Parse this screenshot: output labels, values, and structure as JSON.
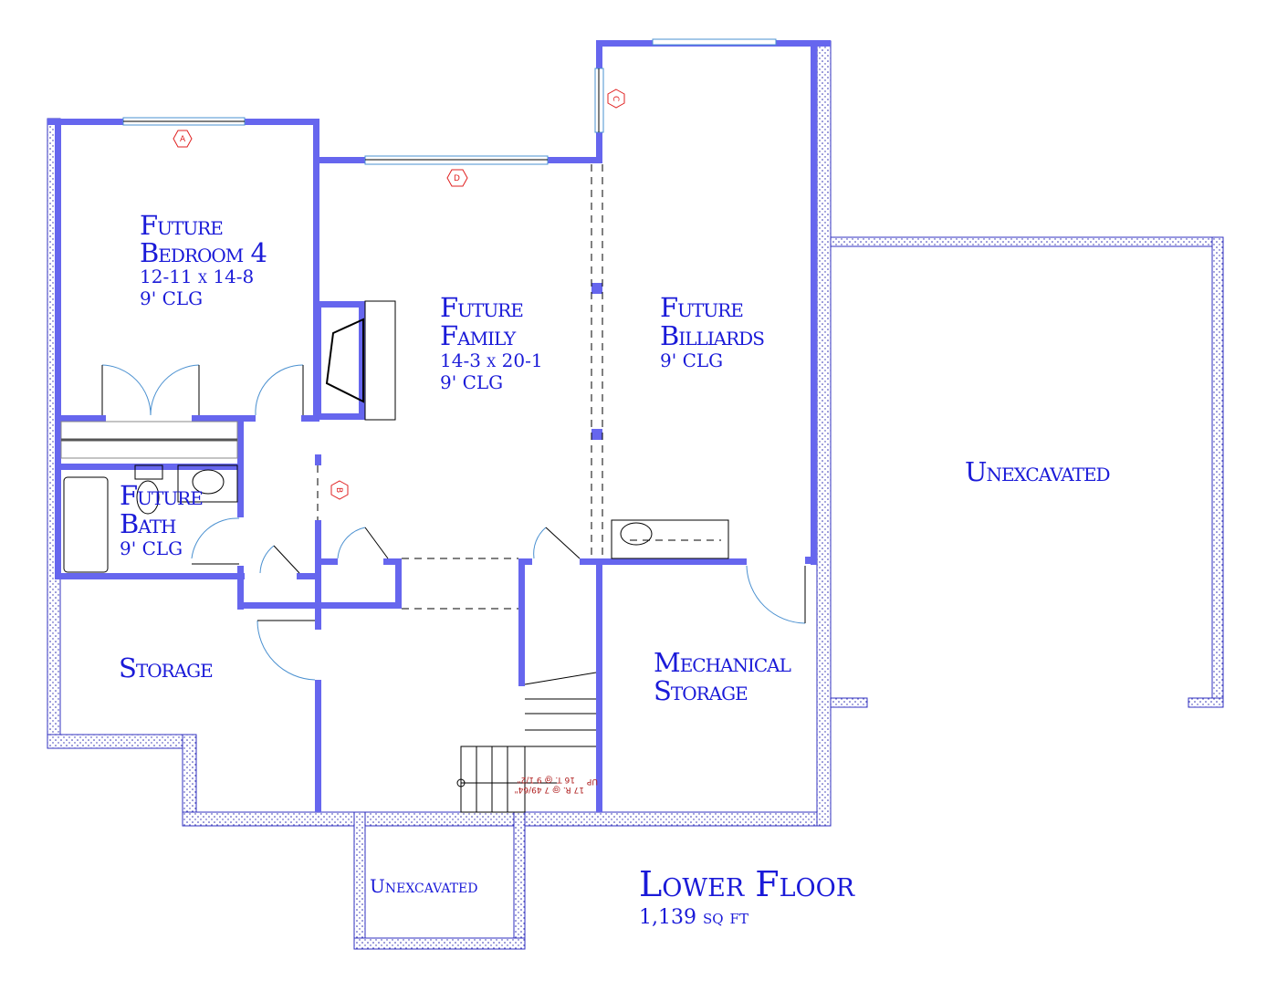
{
  "title": {
    "name": "Lower Floor",
    "area": "1,139 sq ft"
  },
  "rooms": {
    "bedroom": {
      "line1": "Future",
      "line2": "Bedroom 4",
      "size": "12-11 x 14-8",
      "ceiling": "9' CLG"
    },
    "family": {
      "line1": "Future",
      "line2": "Family",
      "size": "14-3 x 20-1",
      "ceiling": "9' CLG"
    },
    "billiards": {
      "line1": "Future",
      "line2": "Billiards",
      "ceiling": "9' CLG"
    },
    "bath": {
      "line1": "Future",
      "line2": "Bath",
      "ceiling": "9' CLG"
    },
    "storage": {
      "line1": "Storage"
    },
    "mechanical": {
      "line1": "Mechanical",
      "line2": "Storage"
    },
    "unexcavated_right": {
      "line1": "Unexcavated"
    },
    "unexcavated_bottom": {
      "line1": "Unexcavated"
    }
  },
  "window_tags": [
    "A",
    "B",
    "C",
    "D"
  ],
  "stairs": {
    "direction": "UP",
    "risers": "17 R. @ 7 49/64\"",
    "treads": "16 T. @ 9 1/2\""
  },
  "colors": {
    "wall": "#6666ee",
    "text": "#1a1ad8",
    "tag": "#e02020"
  }
}
